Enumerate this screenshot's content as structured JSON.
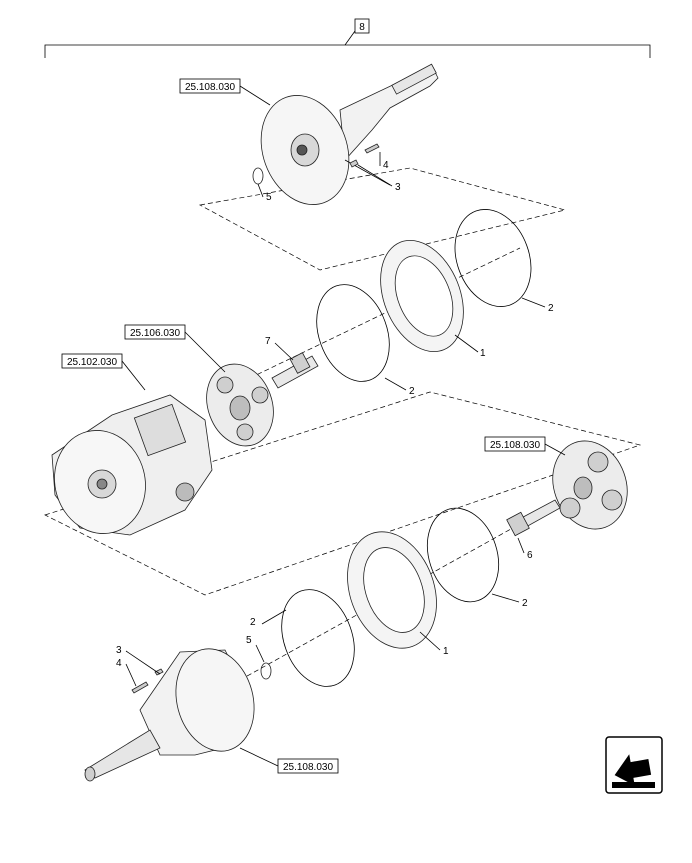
{
  "top_ref": "8",
  "refs": {
    "top_housing": "25.108.030",
    "planetary_left": "25.106.030",
    "transmission": "25.102.030",
    "planetary_right": "25.108.030",
    "bottom_housing": "25.108.030"
  },
  "callouts": {
    "c1_upper": "1",
    "c1_lower": "1",
    "c2_upper_right": "2",
    "c2_upper_mid": "2",
    "c2_lower_right": "2",
    "c2_lower_left": "2",
    "c3_top": "3",
    "c3_bottom": "3",
    "c4_top": "4",
    "c4_bottom": "4",
    "c5_top": "5",
    "c5_bottom": "5",
    "c6": "6",
    "c7": "7"
  },
  "icons": {
    "nav": "next-page-arrow-icon"
  }
}
